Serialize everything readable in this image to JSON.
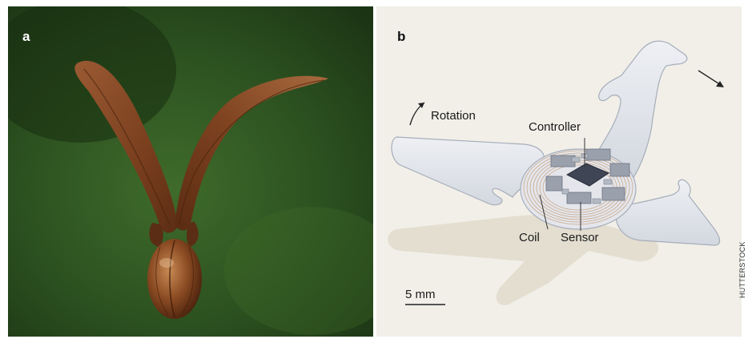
{
  "panel_a": {
    "letter": "a"
  },
  "panel_b": {
    "letter": "b",
    "labels": {
      "rotation": "Rotation",
      "controller": "Controller",
      "coil": "Coil",
      "sensor": "Sensor",
      "scale": "5 mm"
    }
  },
  "credit": "HUTTERSTOCK",
  "colors": {
    "leaf_brown": "#8a4a22",
    "background_green": "#2f5a22",
    "device_body": "#dcdfe6",
    "component_gray": "#8f96a3",
    "chip_dark": "#3f4555"
  }
}
